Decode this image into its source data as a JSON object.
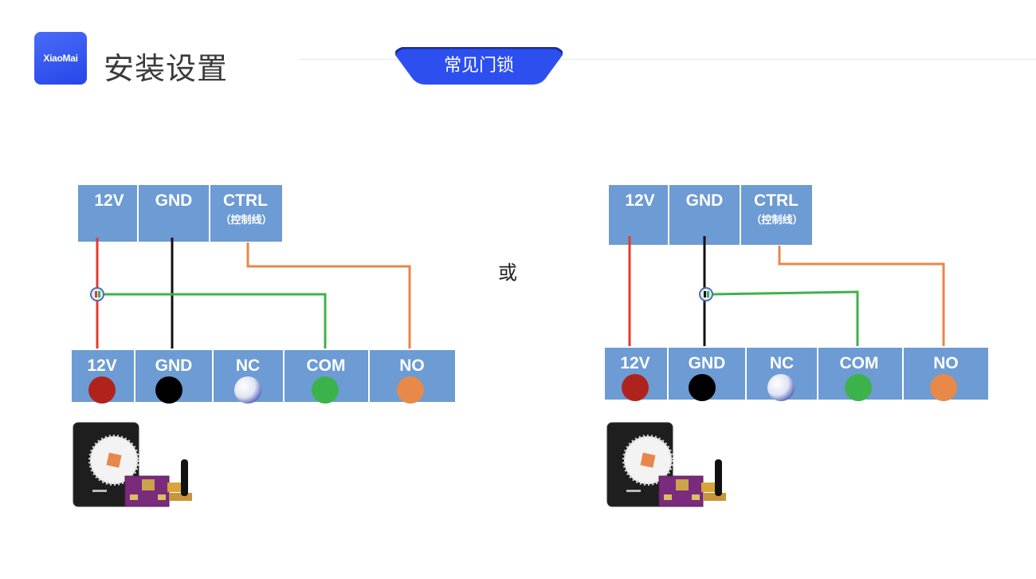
{
  "header": {
    "logo_text": "XiaoMai",
    "title": "安装设置",
    "tab_label": "常见门锁"
  },
  "separator_text": "或",
  "colors": {
    "accent": "#2d4ff0",
    "terminal_fill": "#6d9bd3",
    "terminal_border": "#ffffff",
    "wire_12v": "#e53b2c",
    "wire_gnd": "#111111",
    "wire_com": "#3db34a",
    "wire_no": "#e8874a",
    "dot_12v": "#b0231c",
    "dot_gnd": "#000000",
    "dot_nc": "#dfe6f7",
    "dot_com": "#3cb34a",
    "dot_no": "#e8894a"
  },
  "diagrams": [
    {
      "controller_terminals": [
        {
          "label": "12V",
          "sub": ""
        },
        {
          "label": "GND",
          "sub": ""
        },
        {
          "label": "CTRL",
          "sub": "（控制线）"
        }
      ],
      "lock_terminals": [
        {
          "label": "12V"
        },
        {
          "label": "GND"
        },
        {
          "label": "NC"
        },
        {
          "label": "COM"
        },
        {
          "label": "NO"
        }
      ],
      "junction_on": "12V"
    },
    {
      "controller_terminals": [
        {
          "label": "12V",
          "sub": ""
        },
        {
          "label": "GND",
          "sub": ""
        },
        {
          "label": "CTRL",
          "sub": "（控制线）"
        }
      ],
      "lock_terminals": [
        {
          "label": "12V"
        },
        {
          "label": "GND"
        },
        {
          "label": "NC"
        },
        {
          "label": "COM"
        },
        {
          "label": "NO"
        }
      ],
      "junction_on": "GND"
    }
  ]
}
